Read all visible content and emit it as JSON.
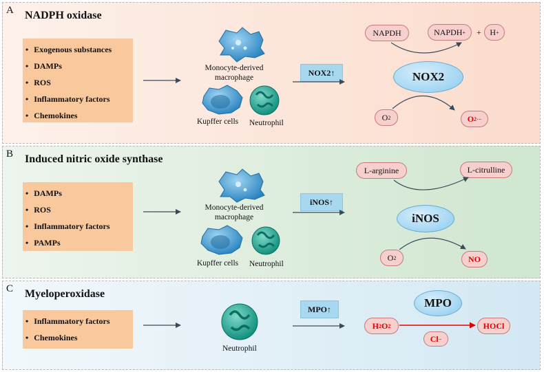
{
  "panel_a": {
    "letter": "A",
    "title": "NADPH oxidase",
    "factors": [
      "Exogenous substances",
      "DAMPs",
      "ROS",
      "Inflammatory factors",
      "Chemokines"
    ],
    "macrophage_label": "Monocyte-derived macrophage",
    "kupffer_label": "Kupffer cells",
    "neutrophil_label": "Neutrophil",
    "badge": "NOX2↑",
    "enzyme": "NOX2",
    "substrate": "NAPDH",
    "product": "NAPDH",
    "product_sup": "+",
    "plus": "+",
    "proton": "H",
    "proton_sup": "+",
    "oxygen": "O",
    "oxygen_sub": "2",
    "superoxide": "O",
    "superoxide_sub": "2",
    "superoxide_sup": "·−"
  },
  "panel_b": {
    "letter": "B",
    "title": "Induced nitric oxide synthase",
    "factors": [
      "DAMPs",
      "ROS",
      "Inflammatory factors",
      "PAMPs"
    ],
    "macrophage_label": "Monocyte-derived macrophage",
    "kupffer_label": "Kupffer cells",
    "neutrophil_label": "Neutrophil",
    "badge": "iNOS↑",
    "enzyme": "iNOS",
    "substrate": "L-arginine",
    "product": "L-citrulline",
    "oxygen": "O",
    "oxygen_sub": "2",
    "no": "NO"
  },
  "panel_c": {
    "letter": "C",
    "title": "Myeloperoxidase",
    "factors": [
      "Inflammatory factors",
      "Chemokines"
    ],
    "neutrophil_label": "Neutrophil",
    "badge": "MPO↑",
    "enzyme": "MPO",
    "h2o2": "H",
    "h2o2_sub": "2",
    "h2o2_mid": "O",
    "h2o2_sub2": "2",
    "hocl": "HOCl",
    "chloride": "Cl",
    "chloride_sup": "−"
  },
  "colors": {
    "panel_a_bg": "#fbdccd",
    "panel_b_bg": "#cfe6cf",
    "panel_c_bg": "#d3e8f3",
    "factor_box": "#f9c89c",
    "badge": "#a8d8f0",
    "pill": "#f7cfcd",
    "highlight_red": "#e00000",
    "macrophage": "#3f98d0",
    "neutrophil": "#1aa38f"
  }
}
